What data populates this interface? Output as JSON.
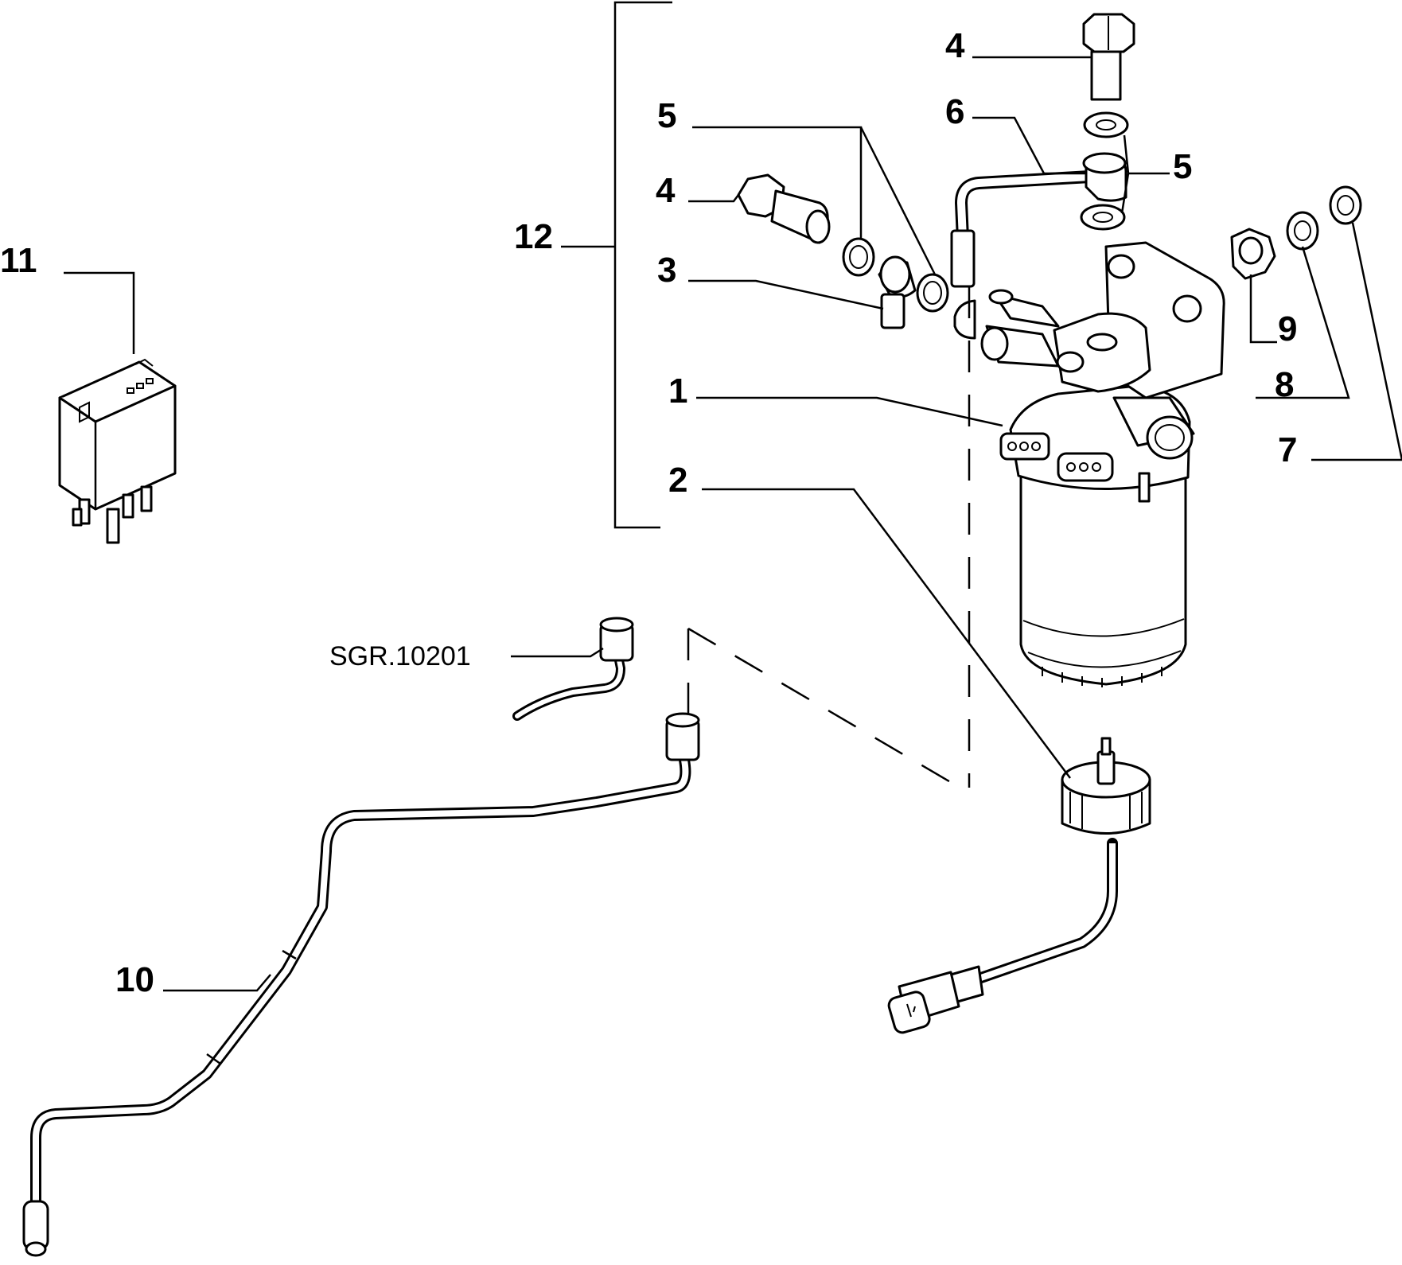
{
  "diagram": {
    "reference_code": "SGR.10201",
    "callouts": {
      "c1": "1",
      "c2": "2",
      "c3": "3",
      "c4_top": "4",
      "c4_left": "4",
      "c5_left": "5",
      "c5_right": "5",
      "c6": "6",
      "c7": "7",
      "c8": "8",
      "c9": "9",
      "c10": "10",
      "c11": "11",
      "c12": "12"
    }
  }
}
